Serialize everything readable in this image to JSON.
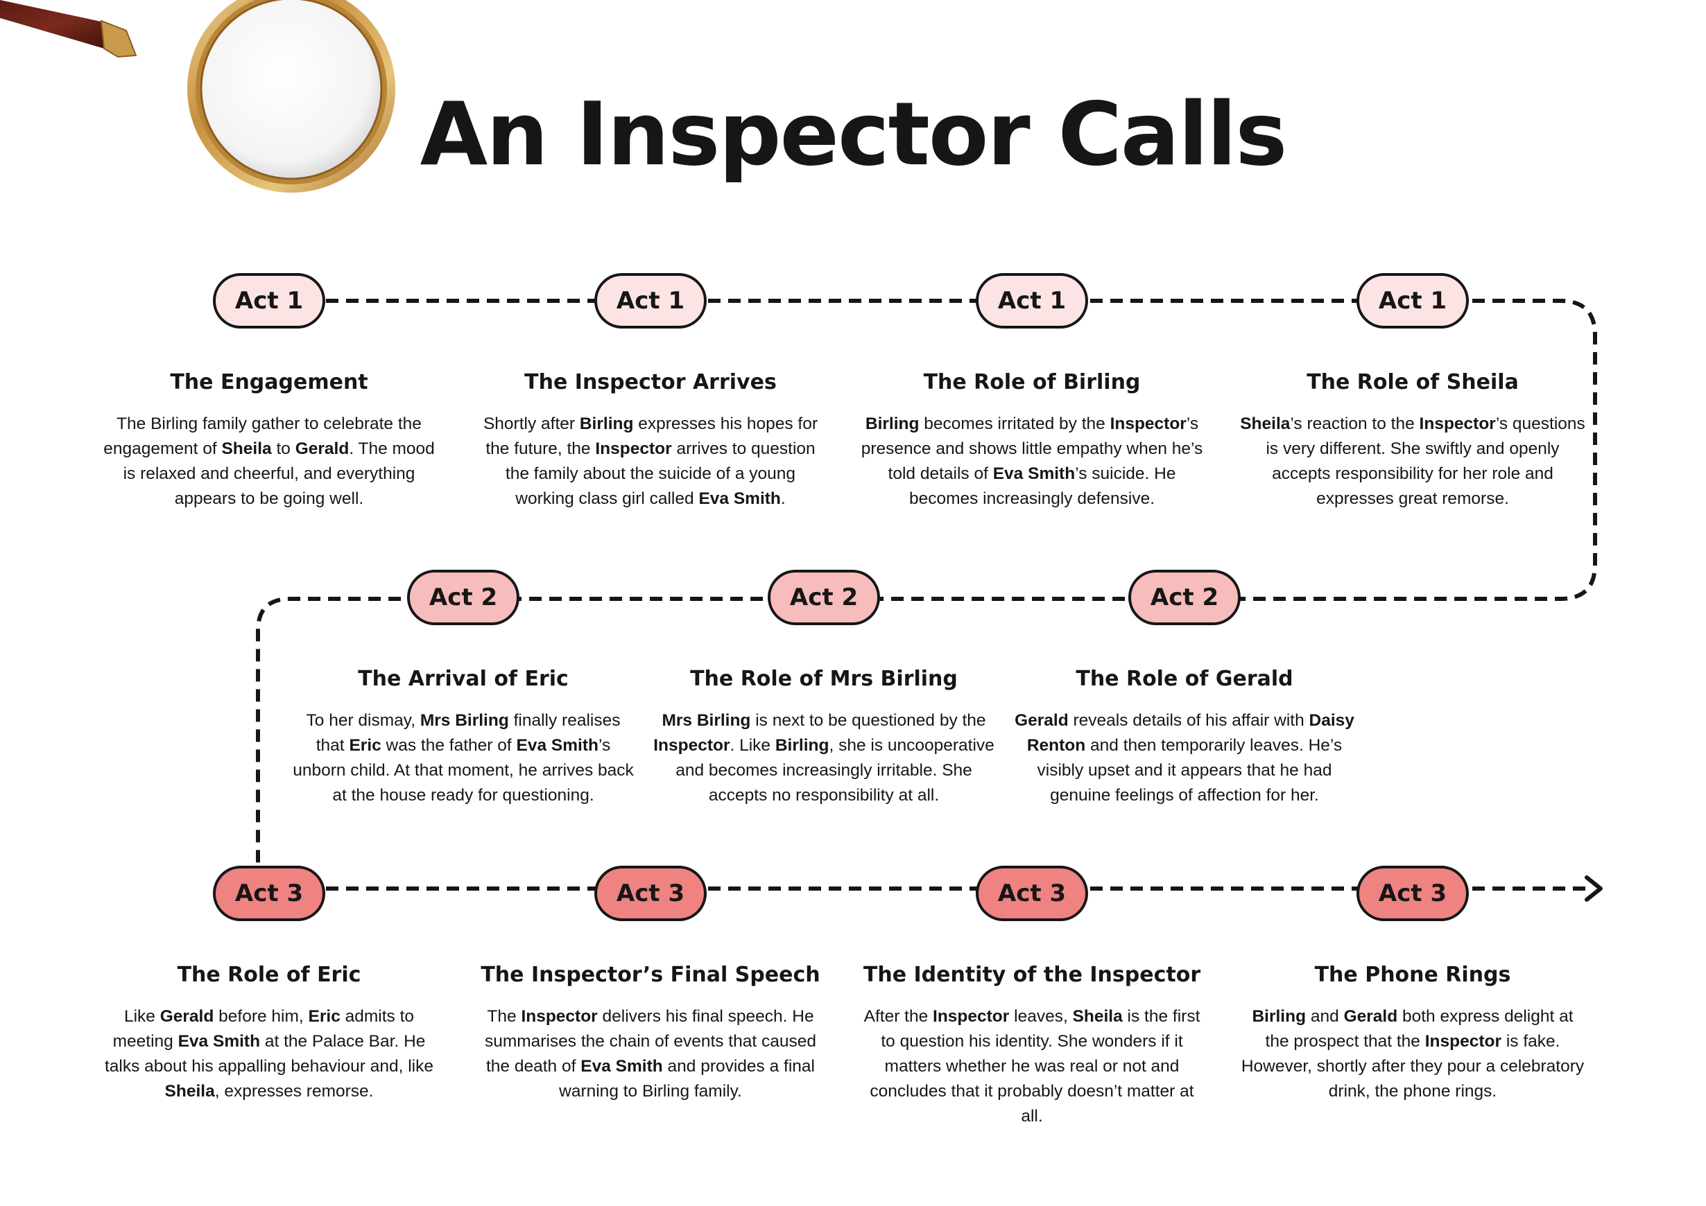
{
  "title": "An Inspector Calls",
  "colors": {
    "act1_pill": "#fce3e4",
    "act2_pill": "#f7bcbc",
    "act3_pill": "#ee8381",
    "ink": "#161616"
  },
  "illustration": {
    "name": "magnifying-glass-icon"
  },
  "events": [
    {
      "act_label": "Act 1",
      "act": 1,
      "title": "The Engagement",
      "text": [
        {
          "t": "The Birling family gather to celebrate the engagement of "
        },
        {
          "t": "Sheila",
          "b": true
        },
        {
          "t": " to "
        },
        {
          "t": "Gerald",
          "b": true
        },
        {
          "t": ". The mood is relaxed and cheerful, and everything appears to be going well."
        }
      ]
    },
    {
      "act_label": "Act 1",
      "act": 1,
      "title": "The Inspector Arrives",
      "text": [
        {
          "t": "Shortly after "
        },
        {
          "t": "Birling",
          "b": true
        },
        {
          "t": " expresses his hopes for the future, the "
        },
        {
          "t": "Inspector",
          "b": true
        },
        {
          "t": " arrives to question the family about the suicide of a young working class girl called "
        },
        {
          "t": "Eva Smith",
          "b": true
        },
        {
          "t": "."
        }
      ]
    },
    {
      "act_label": "Act 1",
      "act": 1,
      "title": "The Role of Birling",
      "text": [
        {
          "t": "Birling",
          "b": true
        },
        {
          "t": " becomes irritated by the "
        },
        {
          "t": "Inspector",
          "b": true
        },
        {
          "t": "’s presence and shows little empathy when he’s told details of "
        },
        {
          "t": "Eva Smith",
          "b": true
        },
        {
          "t": "’s suicide. He becomes increasingly defensive."
        }
      ]
    },
    {
      "act_label": "Act 1",
      "act": 1,
      "title": "The Role of Sheila",
      "text": [
        {
          "t": "Sheila",
          "b": true
        },
        {
          "t": "’s reaction to the "
        },
        {
          "t": "Inspector",
          "b": true
        },
        {
          "t": "’s questions is very different. She swiftly and openly accepts responsibility for her role and expresses great remorse."
        }
      ]
    },
    {
      "act_label": "Act 2",
      "act": 2,
      "title": "The Arrival of Eric",
      "text": [
        {
          "t": "To her dismay, "
        },
        {
          "t": "Mrs Birling",
          "b": true
        },
        {
          "t": " finally realises that "
        },
        {
          "t": "Eric",
          "b": true
        },
        {
          "t": " was the father of "
        },
        {
          "t": "Eva Smith",
          "b": true
        },
        {
          "t": "’s unborn child. At that moment, he arrives back at the house ready for questioning."
        }
      ]
    },
    {
      "act_label": "Act 2",
      "act": 2,
      "title": "The Role of Mrs Birling",
      "text": [
        {
          "t": "Mrs Birling",
          "b": true
        },
        {
          "t": " is next to be questioned by the "
        },
        {
          "t": "Inspector",
          "b": true
        },
        {
          "t": ". Like "
        },
        {
          "t": "Birling",
          "b": true
        },
        {
          "t": ", she is uncooperative and becomes increasingly irritable. She accepts no responsibility at all."
        }
      ]
    },
    {
      "act_label": "Act 2",
      "act": 2,
      "title": "The Role of Gerald",
      "text": [
        {
          "t": "Gerald",
          "b": true
        },
        {
          "t": " reveals details of his affair with "
        },
        {
          "t": "Daisy Renton",
          "b": true
        },
        {
          "t": " and then temporarily leaves. He’s visibly upset and it appears that he had genuine feelings of affection for her."
        }
      ]
    },
    {
      "act_label": "Act 3",
      "act": 3,
      "title": "The Role of Eric",
      "text": [
        {
          "t": "Like "
        },
        {
          "t": "Gerald",
          "b": true
        },
        {
          "t": " before him, "
        },
        {
          "t": "Eric",
          "b": true
        },
        {
          "t": " admits to meeting "
        },
        {
          "t": "Eva Smith",
          "b": true
        },
        {
          "t": " at the Palace Bar. He talks about his appalling behaviour and, like "
        },
        {
          "t": "Sheila",
          "b": true
        },
        {
          "t": ", expresses remorse."
        }
      ]
    },
    {
      "act_label": "Act 3",
      "act": 3,
      "title": "The Inspector’s Final Speech",
      "text": [
        {
          "t": "The "
        },
        {
          "t": "Inspector",
          "b": true
        },
        {
          "t": " delivers his final speech. He summarises the chain of events that caused the death of "
        },
        {
          "t": "Eva Smith",
          "b": true
        },
        {
          "t": " and provides a final warning to Birling family."
        }
      ]
    },
    {
      "act_label": "Act 3",
      "act": 3,
      "title": "The Identity of the Inspector",
      "text": [
        {
          "t": "After the "
        },
        {
          "t": "Inspector",
          "b": true
        },
        {
          "t": " leaves, "
        },
        {
          "t": "Sheila",
          "b": true
        },
        {
          "t": " is the first to question his identity. She wonders if it matters whether he was real or not and concludes that it probably doesn’t matter at all."
        }
      ]
    },
    {
      "act_label": "Act 3",
      "act": 3,
      "title": "The Phone Rings",
      "text": [
        {
          "t": "Birling",
          "b": true
        },
        {
          "t": " and "
        },
        {
          "t": "Gerald",
          "b": true
        },
        {
          "t": " both express delight at the prospect that the "
        },
        {
          "t": "Inspector",
          "b": true
        },
        {
          "t": " is fake. However, shortly after they pour a celebratory drink, the phone rings."
        }
      ]
    }
  ]
}
